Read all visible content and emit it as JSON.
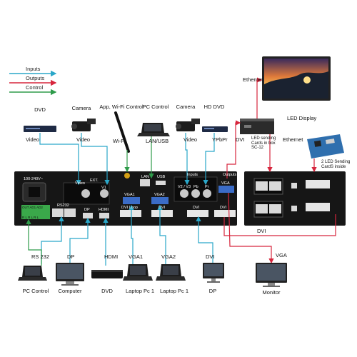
{
  "legend": {
    "inputs": "Inputs",
    "outputs": "Outputs",
    "control": "Control",
    "colors": {
      "inputs": "#2aa7c9",
      "outputs": "#d7263d",
      "control": "#2e9b4a"
    }
  },
  "top_devices": {
    "dvd": "DVD",
    "camera1": "Camera",
    "app": "App, Wi-Fi Control",
    "pc_control": "PC Control",
    "camera2": "Camera",
    "hd_dvd": "HD DVD"
  },
  "input_labels": {
    "video1": "Video",
    "video2": "Video",
    "wifi": "Wi-Fi",
    "lan_usb": "LAN/USB",
    "video3": "Video",
    "ypbpr": "YPbPr",
    "dvi": "DVI"
  },
  "right_side": {
    "ethernet_top": "Ethernet",
    "led_display": "LED Display",
    "led_sending_box": "LED sending Cards in box SC-12",
    "ethernet_mid": "Ethernet",
    "led_sending_inside": "2 LED Sending CardS inside",
    "dvi_bottom": "DVI",
    "vga_bottom": "VGA"
  },
  "panel": {
    "power": "100-240V~",
    "video": "Video",
    "ext": "EXT.",
    "v1": "V1",
    "rs232": "RS232",
    "dp": "DP",
    "hdmi": "HDMI",
    "vga1": "VGA1",
    "dvi_loop": "DVI Loop",
    "lan": "LAN",
    "usb": "USB",
    "vga2": "VGA2",
    "dvi": "DVI",
    "inputs": "Inputs",
    "outputs": "Outputs",
    "v2v3": "V2 / V3",
    "pb": "Pb",
    "pr": "Pr",
    "vga_out": "VGA",
    "dvi_out1": "DVI",
    "dvi_out2": "DVI",
    "audio": "OUT  AD1  AD2",
    "audio_pins": "R L R L R L"
  },
  "bottom_connections": {
    "rs232": "RS 232",
    "dp": "DP",
    "hdmi": "HDMI",
    "vga1": "VGA1",
    "vga2": "VGA2",
    "dvi": "DVI"
  },
  "bottom_devices": {
    "pc_control": "PC Control",
    "computer": "Computer",
    "dvd": "DVD",
    "laptop1": "Laptop Pc 1",
    "laptop2": "Laptop Pc 1",
    "dp": "DP",
    "monitor": "Monitor"
  }
}
